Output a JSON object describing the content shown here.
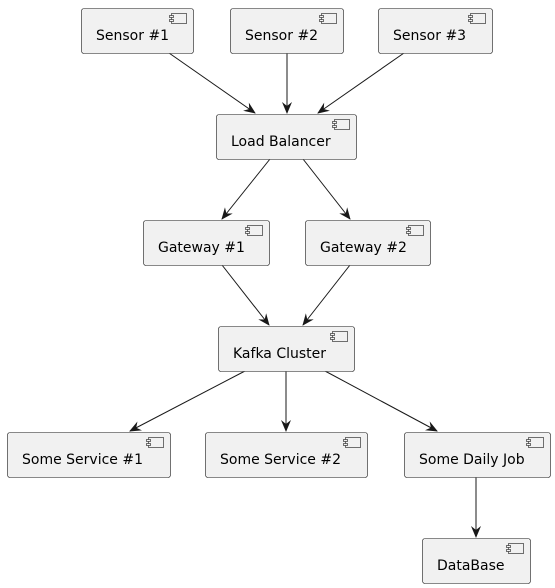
{
  "diagram": {
    "type": "component",
    "colors": {
      "node_fill": "#f1f1f1",
      "node_stroke": "#181818",
      "edge": "#181818",
      "text": "#000000"
    },
    "nodes": [
      {
        "id": "sensor1",
        "label": "Sensor #1",
        "icon": "component-icon"
      },
      {
        "id": "sensor2",
        "label": "Sensor #2",
        "icon": "component-icon"
      },
      {
        "id": "sensor3",
        "label": "Sensor #3",
        "icon": "component-icon"
      },
      {
        "id": "lb",
        "label": "Load Balancer",
        "icon": "component-icon"
      },
      {
        "id": "gw1",
        "label": "Gateway #1",
        "icon": "component-icon"
      },
      {
        "id": "gw2",
        "label": "Gateway #2",
        "icon": "component-icon"
      },
      {
        "id": "kafka",
        "label": "Kafka Cluster",
        "icon": "component-icon"
      },
      {
        "id": "svc1",
        "label": "Some Service #1",
        "icon": "component-icon"
      },
      {
        "id": "svc2",
        "label": "Some Service #2",
        "icon": "component-icon"
      },
      {
        "id": "job",
        "label": "Some Daily Job",
        "icon": "component-icon"
      },
      {
        "id": "db",
        "label": "DataBase",
        "icon": "component-icon"
      }
    ],
    "edges": [
      {
        "from": "sensor1",
        "to": "lb"
      },
      {
        "from": "sensor2",
        "to": "lb"
      },
      {
        "from": "sensor3",
        "to": "lb"
      },
      {
        "from": "lb",
        "to": "gw1"
      },
      {
        "from": "lb",
        "to": "gw2"
      },
      {
        "from": "gw1",
        "to": "kafka"
      },
      {
        "from": "gw2",
        "to": "kafka"
      },
      {
        "from": "kafka",
        "to": "svc1"
      },
      {
        "from": "kafka",
        "to": "svc2"
      },
      {
        "from": "kafka",
        "to": "job"
      },
      {
        "from": "job",
        "to": "db"
      }
    ]
  }
}
